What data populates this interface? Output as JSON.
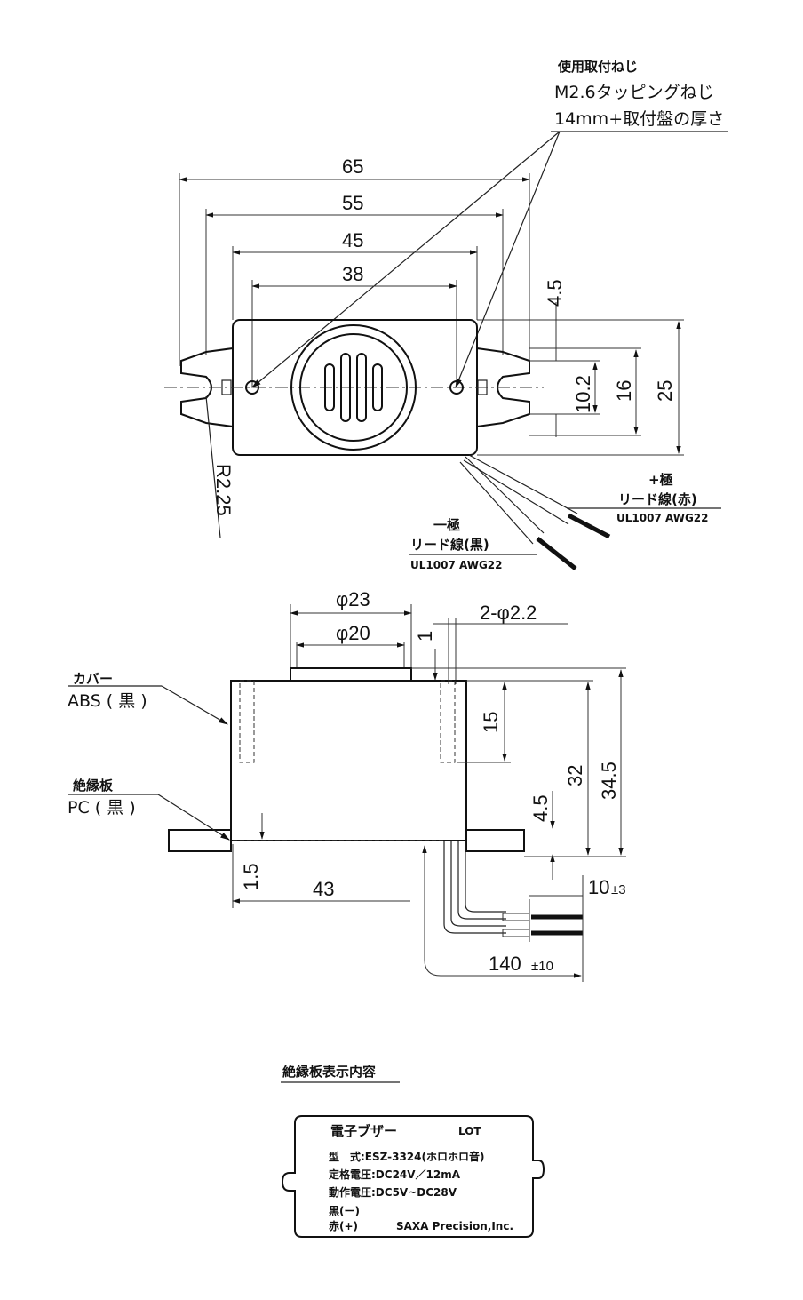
{
  "top_view": {
    "screw_note": {
      "line1": "使用取付ねじ",
      "line2": "M2.6タッピングねじ",
      "line3": "14mm+取付盤の厚さ"
    },
    "dims": {
      "width_65": "65",
      "width_55": "55",
      "width_45": "45",
      "width_38": "38",
      "offset_4_5": "4.5",
      "h_10_2": "10.2",
      "h_16": "16",
      "h_25": "25",
      "radius": "R2.25"
    },
    "positive_lead": {
      "pole": "+極",
      "label": "リード線(赤)",
      "spec": "UL1007 AWG22"
    },
    "negative_lead": {
      "pole": "一極",
      "label": "リード線(黒)",
      "spec": "UL1007 AWG22"
    }
  },
  "side_view": {
    "dims": {
      "dia_23": "φ23",
      "dia_20": "φ20",
      "holes": "2-φ2.2",
      "one": "1",
      "d_15": "15",
      "d_32": "32",
      "d_34_5": "34.5",
      "d_4_5": "4.5",
      "d_1_5": "1.5",
      "d_43": "43",
      "d_10": "10",
      "d_10_tol": "±3",
      "d_140": "140",
      "d_140_tol": "±10"
    },
    "cover": {
      "name": "カバー",
      "material": "ABS ( 黒 )"
    },
    "insulator": {
      "name": "絶縁板",
      "material": "PC ( 黒 )"
    }
  },
  "label_section": {
    "heading": "絶縁板表示内容",
    "title": "電子ブザー",
    "lot": "LOT",
    "model": "型　式:ESZ-3324(ホロホロ音)",
    "rated_voltage": "定格電圧:DC24V／12mA",
    "operating_voltage": "動作電圧:DC5V~DC28V",
    "black": "黒(ー)",
    "red": "赤(+)",
    "maker": "SAXA Precision,Inc."
  }
}
